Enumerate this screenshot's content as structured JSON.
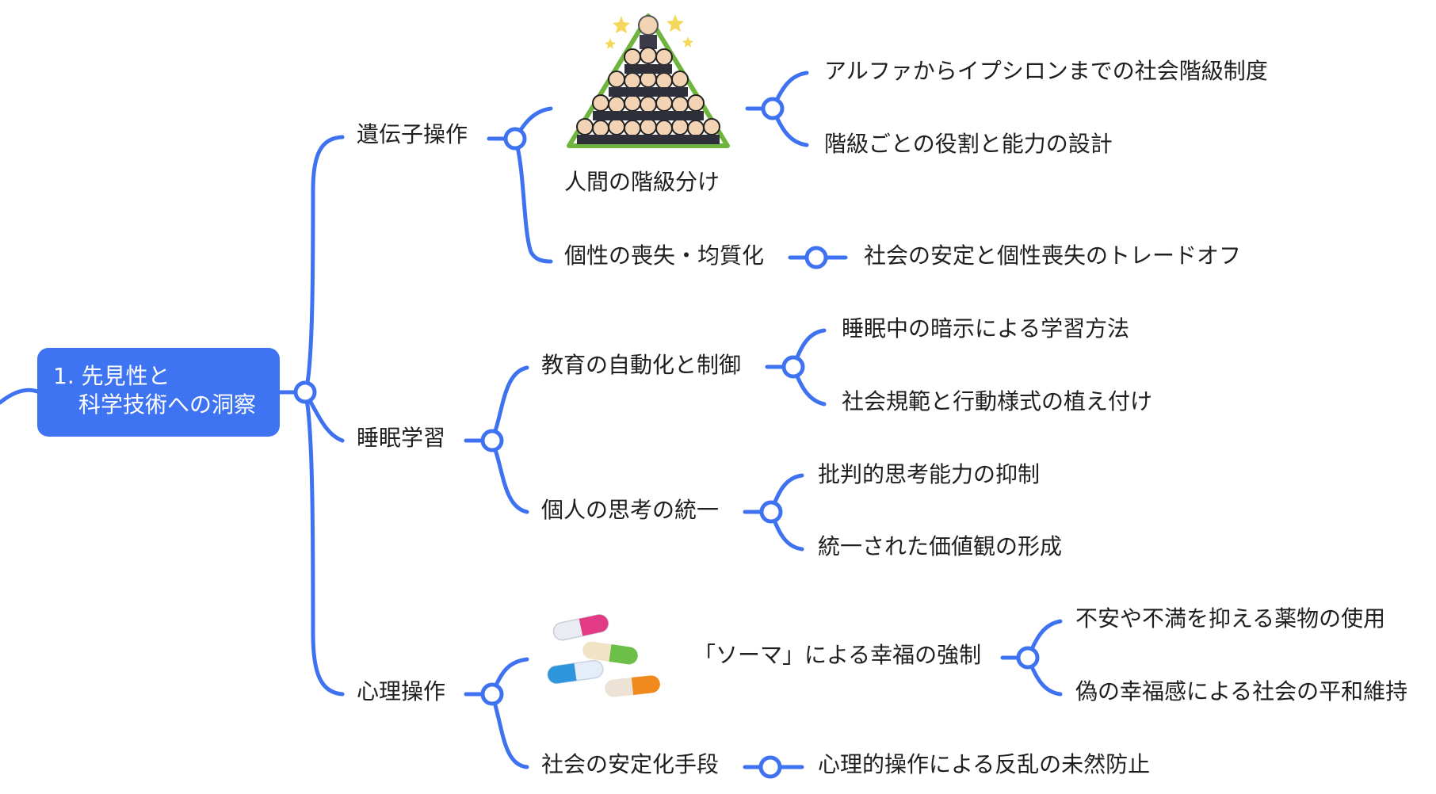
{
  "root": {
    "line1": "1. 先見性と",
    "line2": "科学技術への洞察"
  },
  "branches": {
    "genetic": {
      "label": "遺伝子操作",
      "class_division": {
        "label": "人間の階級分け",
        "image": "corporate-pyramid-illustration",
        "children": [
          "アルファからイプシロンまでの社会階級制度",
          "階級ごとの役割と能力の設計"
        ]
      },
      "individuality": {
        "label": "個性の喪失・均質化",
        "children": [
          "社会の安定と個性喪失のトレードオフ"
        ]
      }
    },
    "sleep": {
      "label": "睡眠学習",
      "education": {
        "label": "教育の自動化と制御",
        "children": [
          "睡眠中の暗示による学習方法",
          "社会規範と行動様式の植え付け"
        ]
      },
      "thought": {
        "label": "個人の思考の統一",
        "children": [
          "批判的思考能力の抑制",
          "統一された価値観の形成"
        ]
      }
    },
    "psych": {
      "label": "心理操作",
      "soma": {
        "label": "「ソーマ」による幸福の強制",
        "image": "capsule-pills-illustration",
        "children": [
          "不安や不満を抑える薬物の使用",
          "偽の幸福感による社会の平和維持"
        ]
      },
      "stability": {
        "label": "社会の安定化手段",
        "children": [
          "心理的操作による反乱の未然防止"
        ]
      }
    }
  },
  "colors": {
    "connector": "#3f72f0",
    "root_fill": "#3e74f1",
    "text": "#1f1f1f"
  }
}
